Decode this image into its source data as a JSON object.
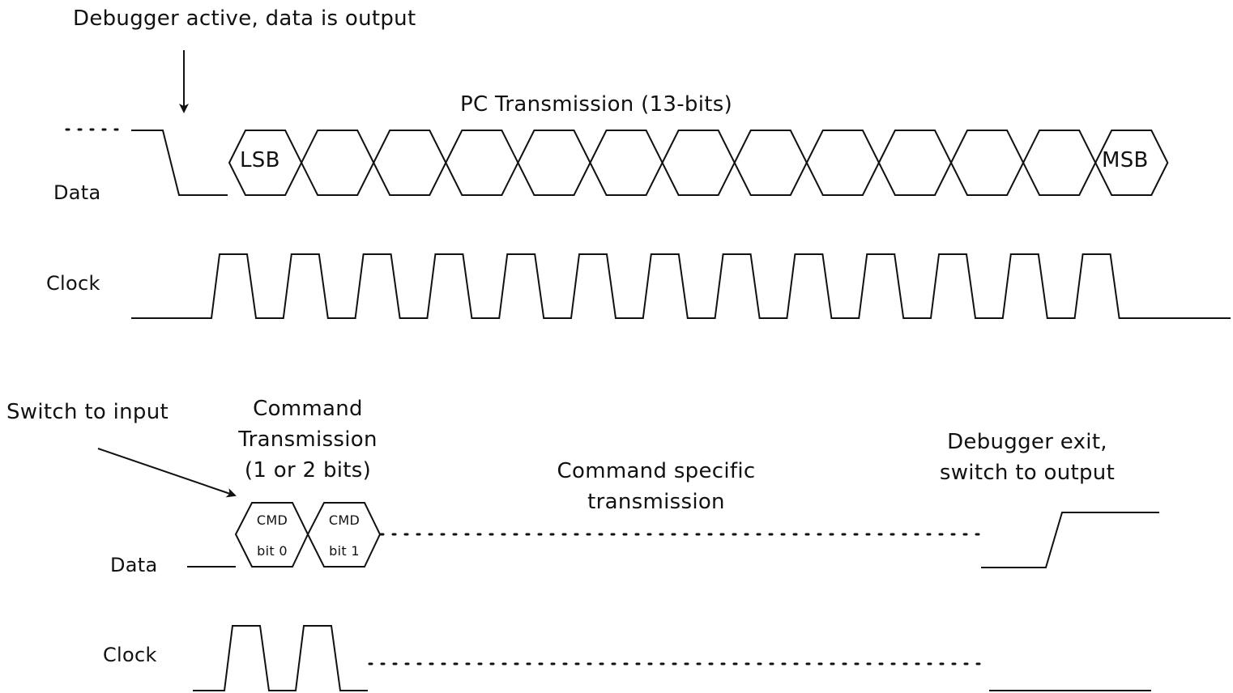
{
  "top": {
    "annotation_debugger_active": "Debugger active, data is output",
    "transmission_title": "PC Transmission (13-bits)",
    "data_label": "Data",
    "clock_label": "Clock",
    "lsb_label": "LSB",
    "msb_label": "MSB",
    "bit_count": 13,
    "clock_pulses": 13
  },
  "bottom": {
    "annotation_switch_input": "Switch to input",
    "command_transmission_line1": "Command",
    "command_transmission_line2": "Transmission",
    "command_transmission_line3": "(1 or 2 bits)",
    "command_specific_line1": "Command specific",
    "command_specific_line2": "transmission",
    "debugger_exit_line1": "Debugger exit,",
    "debugger_exit_line2": "switch to output",
    "data_label": "Data",
    "clock_label": "Clock",
    "cmd_bit0_line1": "CMD",
    "cmd_bit0_line2": "bit 0",
    "cmd_bit1_line1": "CMD",
    "cmd_bit1_line2": "bit 1",
    "clock_pulses": 2
  }
}
